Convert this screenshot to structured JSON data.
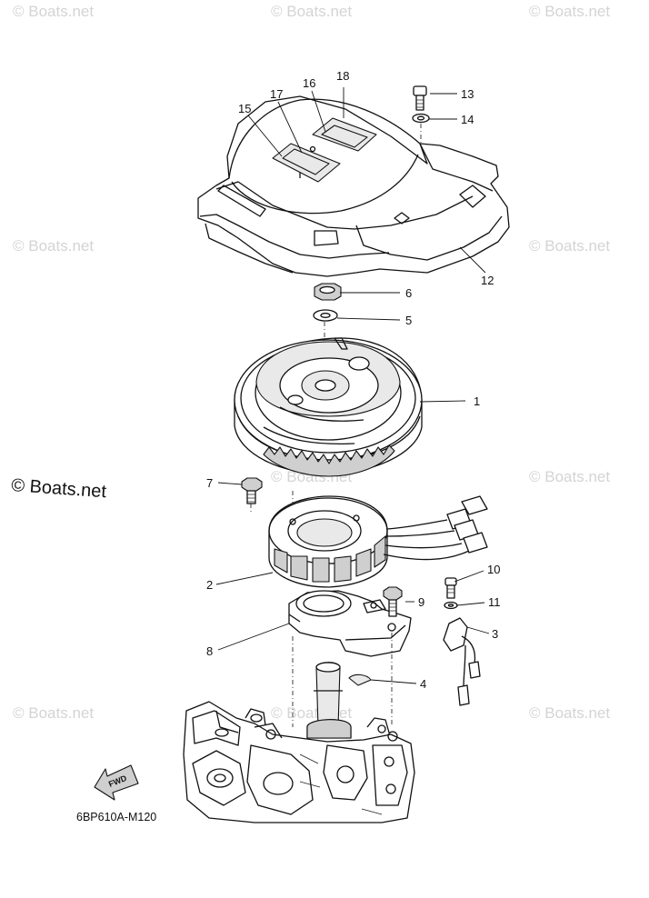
{
  "diagram": {
    "code": "6BP610A-M120",
    "fwd_label": "FWD",
    "watermark": "© Boats.net",
    "callouts": [
      "1",
      "2",
      "3",
      "4",
      "5",
      "6",
      "7",
      "8",
      "9",
      "10",
      "11",
      "12",
      "13",
      "14",
      "15",
      "16",
      "17",
      "18"
    ]
  }
}
